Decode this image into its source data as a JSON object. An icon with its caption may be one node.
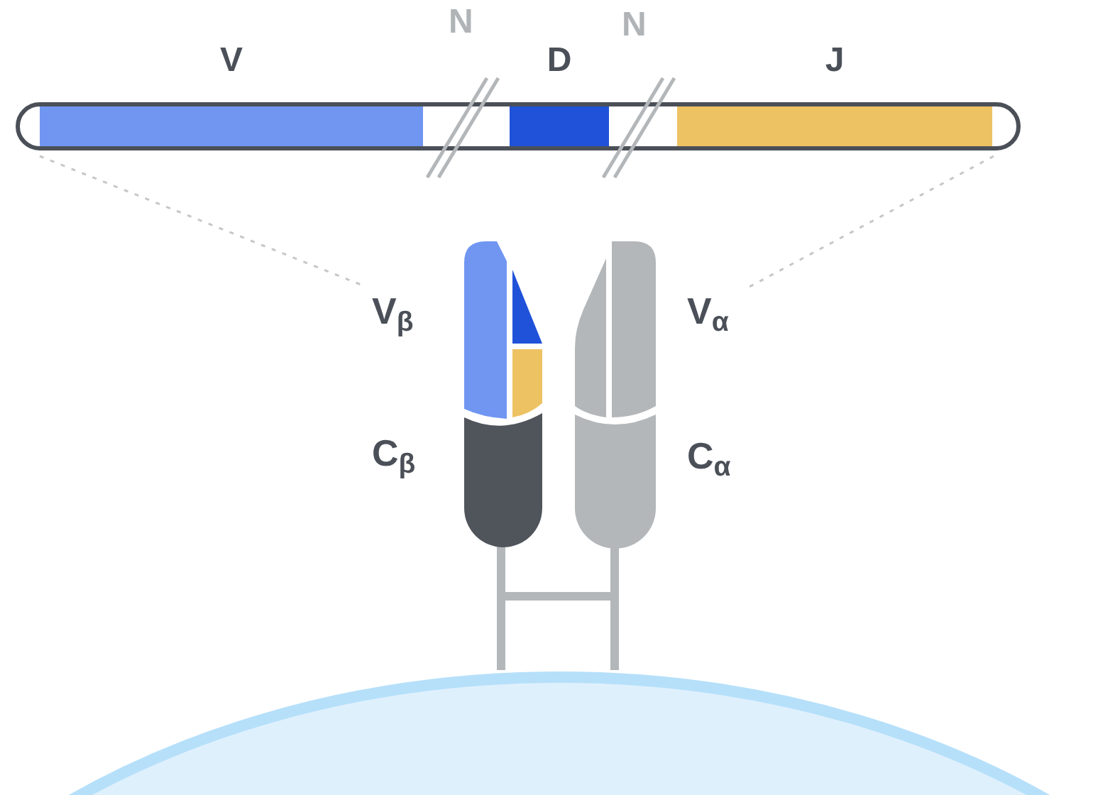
{
  "diagram": {
    "nodes": [
      {
        "text": [],
        "shape": "bar"
      },
      {
        "text": [
          "V"
        ],
        "in": 0
      },
      {
        "text": [
          "D"
        ],
        "in": 0
      },
      {
        "text": [
          "J"
        ],
        "in": 0
      },
      {
        "text": [
          "V$_{β}$"
        ]
      },
      {
        "text": [
          "V$_{α}$"
        ]
      }
    ],
    "edges": [
      {
        "from": 0,
        "to": 4,
        "arrow": "none",
        "style": "dashed"
      },
      {
        "from": 0,
        "to": 5,
        "arrow": "none",
        "style": "dashed"
      }
    ],
    "labels": [
      "N",
      "N",
      "C$_{β}$",
      "C$_{α}$"
    ]
  }
}
